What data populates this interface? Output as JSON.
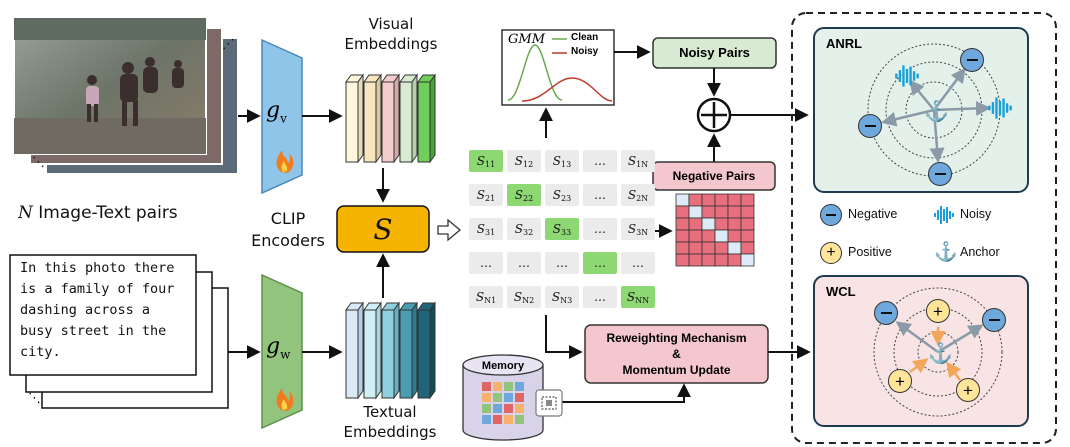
{
  "left": {
    "pairs_label_n": "N",
    "pairs_label_rest": "Image-Text pairs",
    "caption_text": "In this photo there\nis a family of four\ndashing across a\nbusy street in the\ncity."
  },
  "encoders": {
    "visual_encoder_symbol": "g",
    "visual_encoder_sub": "v",
    "text_encoder_symbol": "g",
    "text_encoder_sub": "w",
    "clip_label_line1": "CLIP",
    "clip_label_line2": "Encoders",
    "visual_embeddings_line1": "Visual",
    "visual_embeddings_line2": "Embeddings",
    "textual_embeddings_line1": "Textual",
    "textual_embeddings_line2": "Embeddings"
  },
  "similarity": {
    "symbol": "S"
  },
  "matrix": {
    "rows": [
      [
        {
          "b": "S",
          "s": "11",
          "g": true
        },
        {
          "b": "S",
          "s": "12",
          "g": false
        },
        {
          "b": "S",
          "s": "13",
          "g": false
        },
        {
          "b": "…",
          "s": "",
          "g": false
        },
        {
          "b": "S",
          "s": "1N",
          "g": false
        }
      ],
      [
        {
          "b": "S",
          "s": "21",
          "g": false
        },
        {
          "b": "S",
          "s": "22",
          "g": true
        },
        {
          "b": "S",
          "s": "23",
          "g": false
        },
        {
          "b": "…",
          "s": "",
          "g": false
        },
        {
          "b": "S",
          "s": "2N",
          "g": false
        }
      ],
      [
        {
          "b": "S",
          "s": "31",
          "g": false
        },
        {
          "b": "S",
          "s": "32",
          "g": false
        },
        {
          "b": "S",
          "s": "33",
          "g": true
        },
        {
          "b": "…",
          "s": "",
          "g": false
        },
        {
          "b": "S",
          "s": "3N",
          "g": false
        }
      ],
      [
        {
          "b": "…",
          "s": "",
          "g": false
        },
        {
          "b": "…",
          "s": "",
          "g": false
        },
        {
          "b": "…",
          "s": "",
          "g": false
        },
        {
          "b": "…",
          "s": "",
          "g": true
        },
        {
          "b": "…",
          "s": "",
          "g": false
        }
      ],
      [
        {
          "b": "S",
          "s": "N1",
          "g": false
        },
        {
          "b": "S",
          "s": "N2",
          "g": false
        },
        {
          "b": "S",
          "s": "N3",
          "g": false
        },
        {
          "b": "…",
          "s": "",
          "g": false
        },
        {
          "b": "S",
          "s": "NN",
          "g": true
        }
      ]
    ]
  },
  "gmm": {
    "title": "GMM",
    "legend_clean": "Clean",
    "legend_noisy": "Noisy"
  },
  "boxes": {
    "noisy_pairs": "Noisy Pairs",
    "negative_pairs": "Negative Pairs",
    "reweighting_line1": "Reweighting Mechanism",
    "reweighting_line2": "&",
    "reweighting_line3": "Momentum Update",
    "memory": "Memory"
  },
  "panels": {
    "anrl_title": "ANRL",
    "wcl_title": "WCL"
  },
  "legend": {
    "negative": "Negative",
    "noisy": "Noisy",
    "positive": "Positive",
    "anchor": "Anchor"
  },
  "colors": {
    "visual_encoder": "#8ec5e8",
    "text_encoder": "#93c47d",
    "similarity_box": "#f6b400",
    "matrix_green": "#8ed873",
    "negative_pairs_box": "#f4c7cf",
    "noisy_pairs_box": "#d9ead3",
    "reweighting_box": "#f4c7cf",
    "anrl_bg": "#e4f1ea",
    "wcl_bg": "#f8e4e4",
    "negative_node": "#6fa8dc",
    "positive_node": "#ffe599",
    "clean_curve": "#6aa84f",
    "noisy_curve": "#c0392b"
  }
}
